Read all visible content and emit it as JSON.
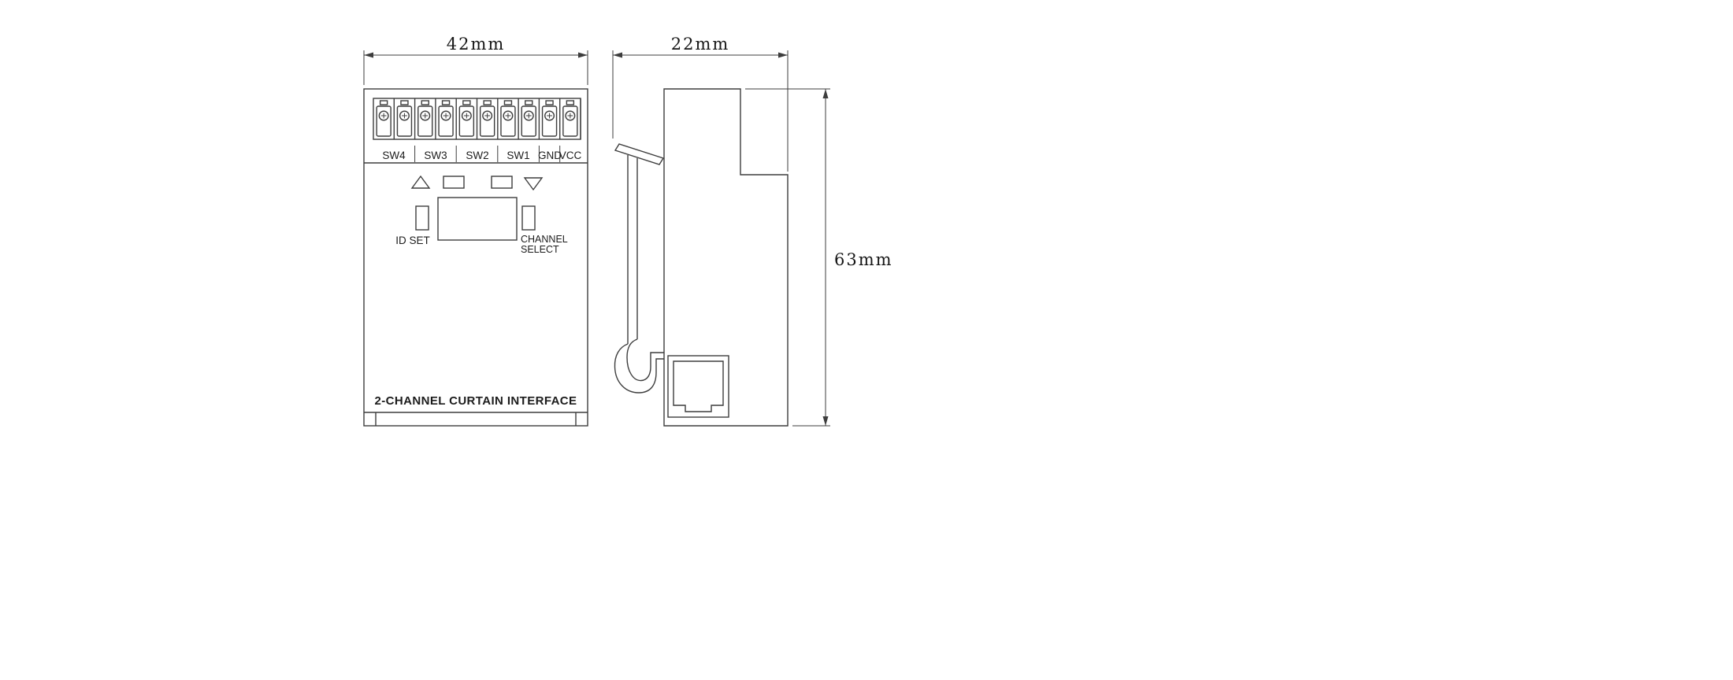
{
  "drawing": {
    "title": "2-CHANNEL CURTAIN INTERFACE",
    "dimensions": {
      "front_width": "42mm",
      "side_depth": "22mm",
      "height": "63mm"
    },
    "terminals": [
      "SW4",
      "SW3",
      "SW2",
      "SW1",
      "GND",
      "VCC"
    ],
    "controls": {
      "id_set": "ID SET",
      "channel_select_line1": "CHANNEL",
      "channel_select_line2": "SELECT"
    },
    "colors": {
      "line": "#3d3d3d",
      "text": "#1c1c1c",
      "background": "#ffffff"
    }
  }
}
